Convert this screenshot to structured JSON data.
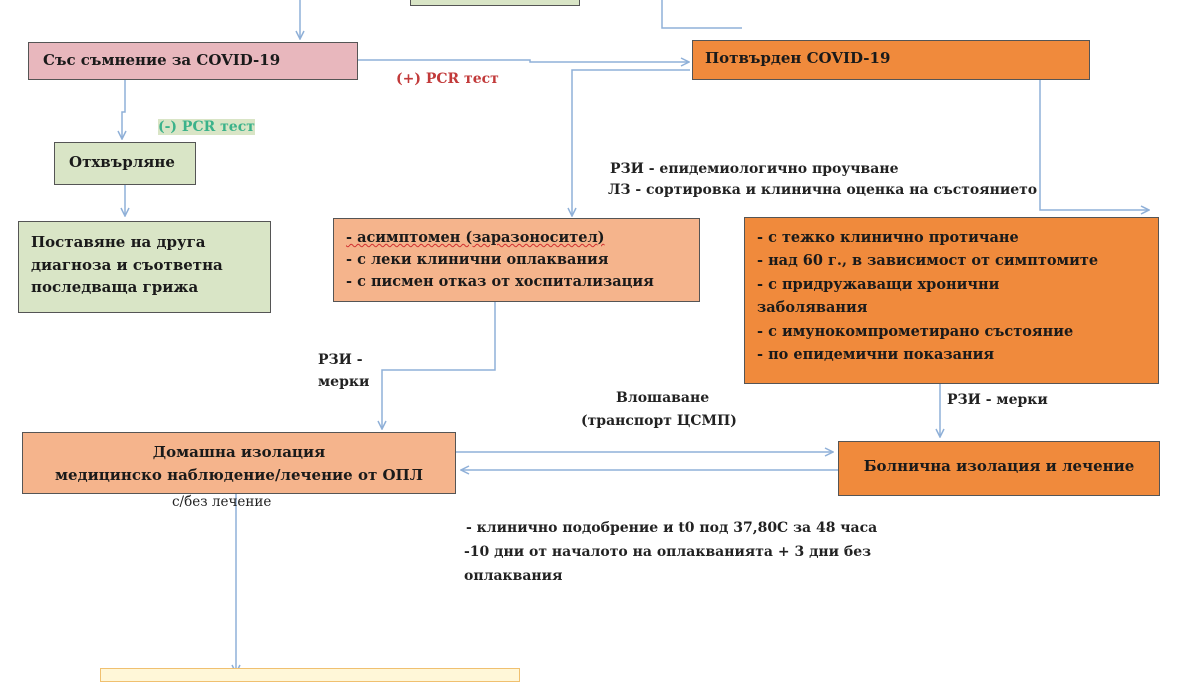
{
  "boxes": {
    "suspected": "Със съмнение за COVID-19",
    "confirmed": "Потвърден COVID-19",
    "rejection": "Отхвърляне",
    "other_diagnosis": [
      "Поставяне на друга",
      "диагноза и съответна",
      "последваща грижа"
    ],
    "mild": [
      "- асимптомен (заразоносител)",
      "- с леки клинични оплаквания",
      "- с писмен отказ от хоспитализация"
    ],
    "severe": [
      "- с тежко клинично протичане",
      "- над 60 г., в зависимост от симптомите",
      "- с придружаващи хронични",
      "заболявания",
      "- с имунокомпрометирано състояние",
      "- по епидемични показания"
    ],
    "home_isolation": [
      "Домашна изолация",
      "медицинско наблюдение/лечение от ОПЛ"
    ],
    "hospital": "Болнична изолация и лечение"
  },
  "labels": {
    "pcr_positive": "(+) PCR тест",
    "pcr_negative": "(-) PCR тест",
    "rzi_investigation": "РЗИ - епидемиологично проучване",
    "lz_triage": "ЛЗ - сортировка и клинична оценка на състоянието",
    "rzi_measures_left_1": "РЗИ -",
    "rzi_measures_left_2": "мерки",
    "worsening_1": "Влошаване",
    "worsening_2": "(транспорт ЦСМП)",
    "rzi_measures_right": "РЗИ - мерки",
    "with_without": "с/без лечение",
    "discharge_1": "- клинично подобрение и t0 под 37,80С за 48 часа",
    "discharge_2": "-10 дни от началото на оплакванията + 3 дни без",
    "discharge_3": "оплаквания"
  },
  "colors": {
    "pink": "#e8b7bd",
    "green": "#d9e5c6",
    "light_orange": "#f5b48c",
    "orange": "#f08a3c",
    "arrow": "#8fb0d8"
  }
}
